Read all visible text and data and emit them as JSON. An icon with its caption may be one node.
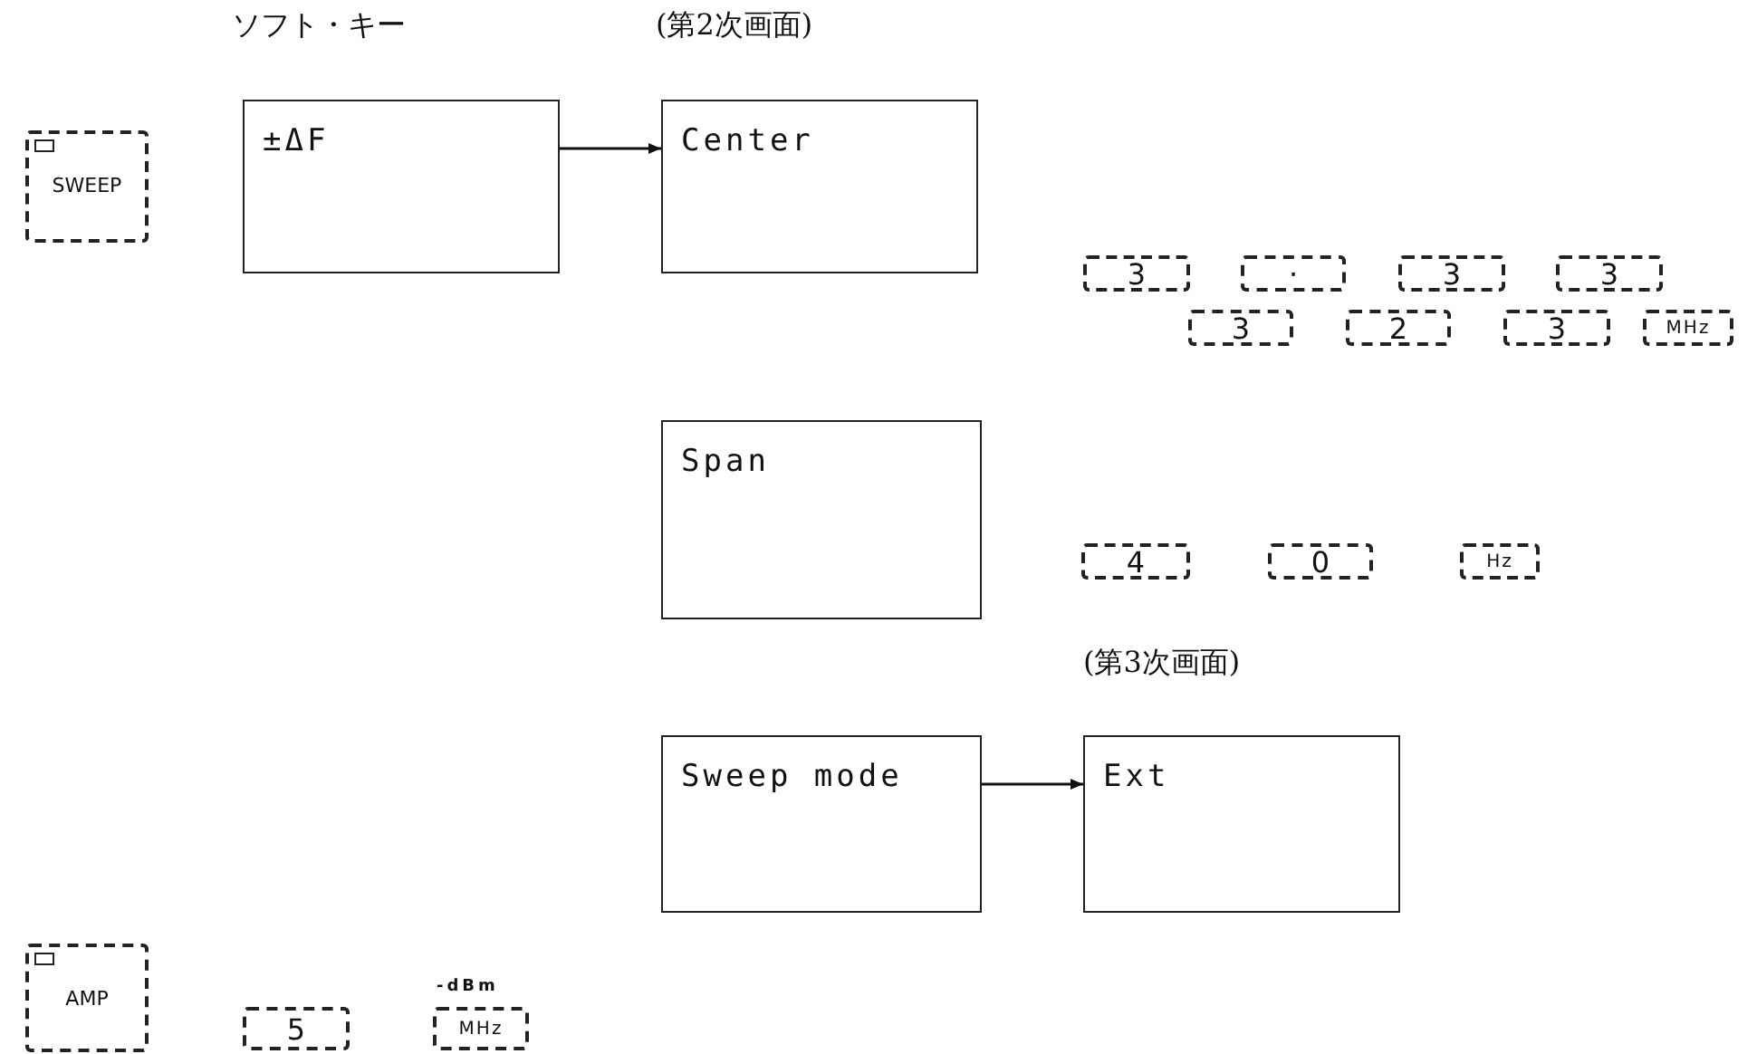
{
  "diagram": {
    "nodes": [
      {
        "text": [
          "SWEEP"
        ]
      },
      {
        "text": [
          "±ΔF"
        ]
      },
      {
        "text": [
          "Center"
        ]
      },
      {
        "text": [
          "3"
        ]
      },
      {
        "text": [
          "·"
        ]
      },
      {
        "text": [
          "3"
        ]
      },
      {
        "text": [
          "3"
        ]
      },
      {
        "text": [
          "3"
        ]
      },
      {
        "text": [
          "2"
        ]
      },
      {
        "text": [
          "3"
        ]
      },
      {
        "text": [
          "MHz"
        ]
      },
      {
        "text": [
          "Span"
        ]
      },
      {
        "text": [
          "4"
        ]
      },
      {
        "text": [
          "0"
        ]
      },
      {
        "text": [
          "Hz"
        ]
      },
      {
        "text": [
          "Sweep mode"
        ]
      },
      {
        "text": [
          "Ext"
        ]
      },
      {
        "text": [
          "AMP"
        ]
      },
      {
        "text": [
          "5"
        ]
      },
      {
        "text": [
          "MHz"
        ],
        "beside": [
          "-dBm"
        ]
      }
    ],
    "edges": [
      {
        "from": 1,
        "to": 2,
        "arrow": "to"
      },
      {
        "from": 15,
        "to": 16,
        "arrow": "to"
      }
    ],
    "labels": [
      "ソフト・キー",
      "(第2次画面)",
      "(第3次画面)"
    ]
  }
}
